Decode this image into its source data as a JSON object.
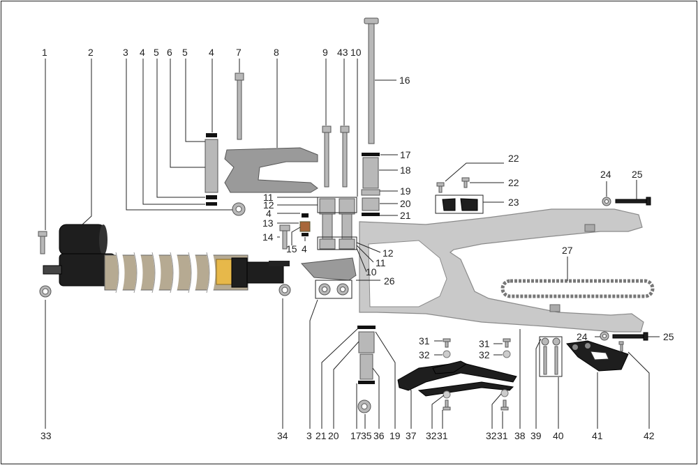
{
  "diagram": {
    "labels": {
      "l1": "1",
      "l2": "2",
      "l3a": "3",
      "l4a": "4",
      "l5a": "5",
      "l6": "6",
      "l5b": "5",
      "l4b": "4",
      "l7": "7",
      "l8": "8",
      "l9": "9",
      "l43": "43",
      "l10a": "10",
      "l16": "16",
      "l17a": "17",
      "l18": "18",
      "l19a": "19",
      "l20a": "20",
      "l21a": "21",
      "l22a": "22",
      "l22b": "22",
      "l23": "23",
      "l24a": "24",
      "l25a": "25",
      "l11a": "11",
      "l12a": "12",
      "l4c": "4",
      "l13": "13",
      "l14": "14",
      "l15": "15",
      "l4d": "4",
      "l12b": "12",
      "l11b": "11",
      "l10b": "10",
      "l26": "26",
      "l27": "27",
      "l24b": "24",
      "l25b": "25",
      "l31a": "31",
      "l32a": "32",
      "l31b": "31",
      "l32b": "32",
      "l33": "33",
      "l34": "34",
      "l3b": "3",
      "l21b": "21",
      "l20b": "20",
      "l17b": "17",
      "l35": "35",
      "l36": "36",
      "l19b": "19",
      "l37": "37",
      "l32c": "32",
      "l31c": "31",
      "l32d": "32",
      "l31d": "31",
      "l38": "38",
      "l39": "39",
      "l40": "40",
      "l41": "41",
      "l42": "42"
    }
  }
}
